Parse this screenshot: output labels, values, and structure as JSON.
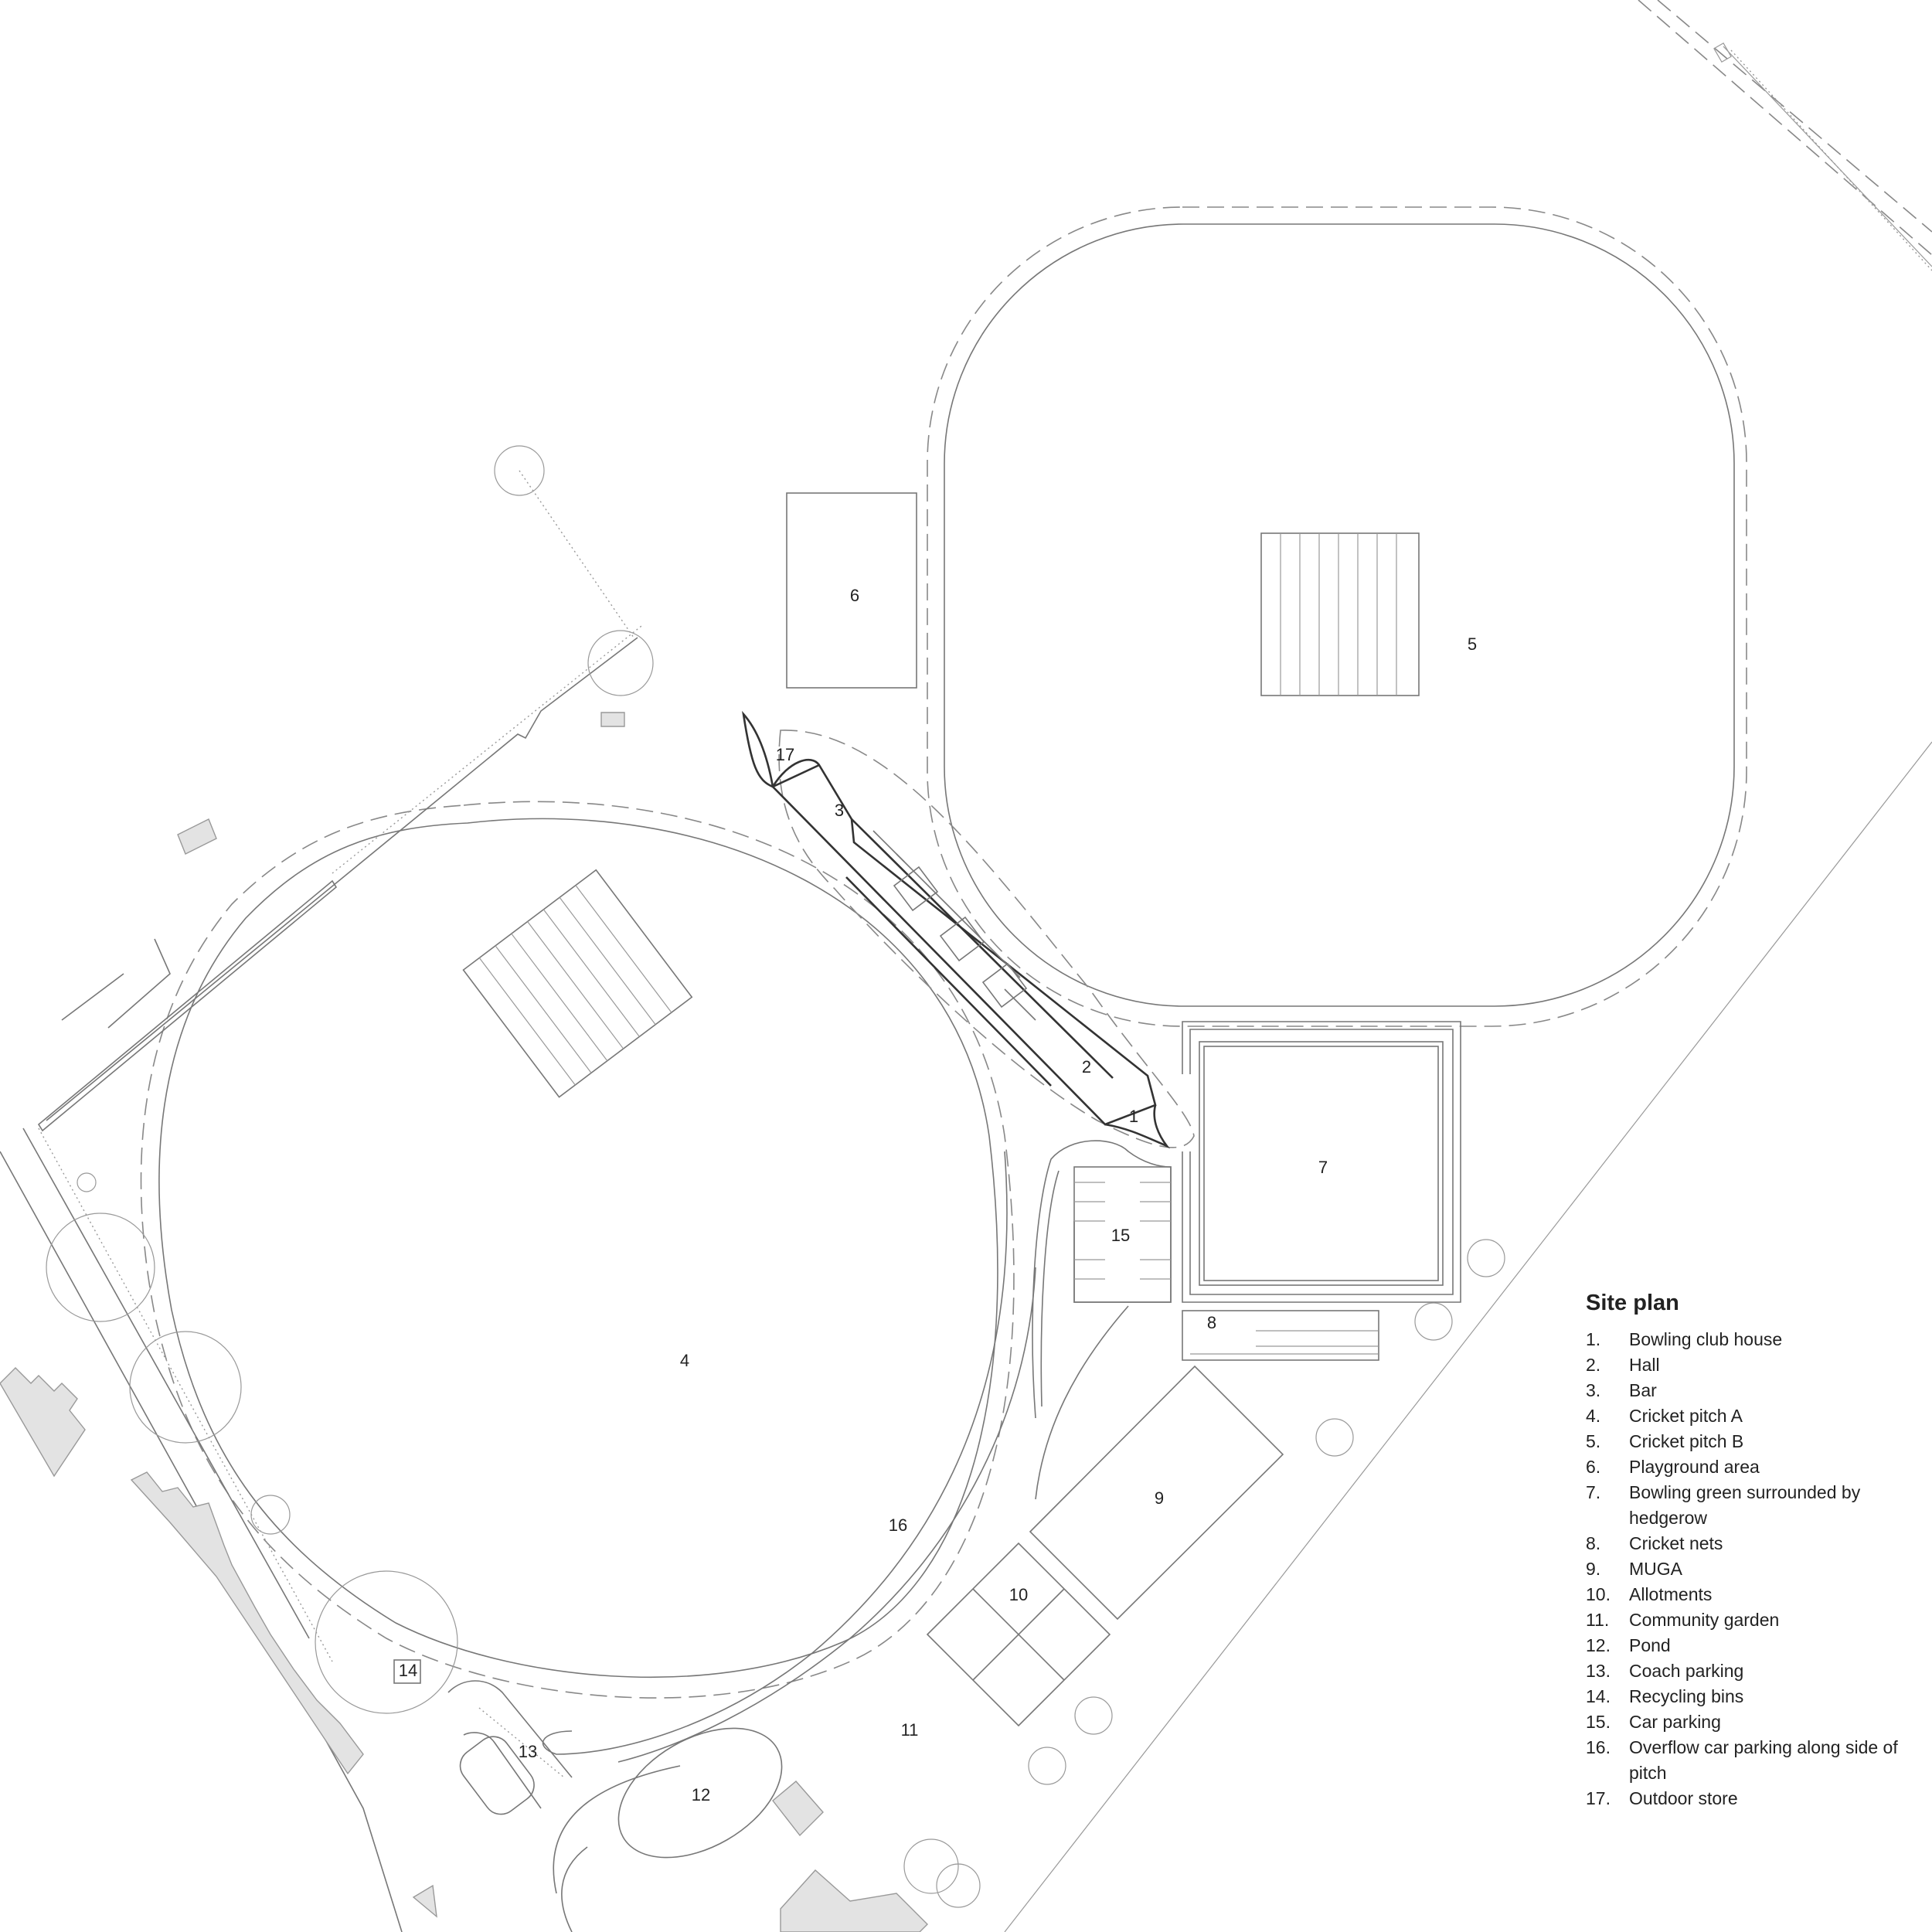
{
  "legend": {
    "title": "Site plan",
    "items": [
      {
        "num": "1.",
        "label": "Bowling club house"
      },
      {
        "num": "2.",
        "label": "Hall"
      },
      {
        "num": "3.",
        "label": "Bar"
      },
      {
        "num": "4.",
        "label": "Cricket pitch A"
      },
      {
        "num": "5.",
        "label": "Cricket pitch B"
      },
      {
        "num": "6.",
        "label": "Playground area"
      },
      {
        "num": "7.",
        "label": "Bowling green surrounded by hedgerow"
      },
      {
        "num": "8.",
        "label": "Cricket nets"
      },
      {
        "num": "9.",
        "label": "MUGA"
      },
      {
        "num": "10.",
        "label": "Allotments"
      },
      {
        "num": "11.",
        "label": "Community garden"
      },
      {
        "num": "12.",
        "label": "Pond"
      },
      {
        "num": "13.",
        "label": "Coach parking"
      },
      {
        "num": "14.",
        "label": "Recycling bins"
      },
      {
        "num": "15.",
        "label": "Car parking"
      },
      {
        "num": "16.",
        "label": "Overflow car parking along side of pitch"
      },
      {
        "num": "17.",
        "label": "Outdoor store"
      }
    ]
  },
  "plan_labels": {
    "l1": "1",
    "l2": "2",
    "l3": "3",
    "l4": "4",
    "l5": "5",
    "l6": "6",
    "l7": "7",
    "l8": "8",
    "l9": "9",
    "l10": "10",
    "l11": "11",
    "l12": "12",
    "l13": "13",
    "l14": "14",
    "l15": "15",
    "l16": "16",
    "l17": "17"
  }
}
